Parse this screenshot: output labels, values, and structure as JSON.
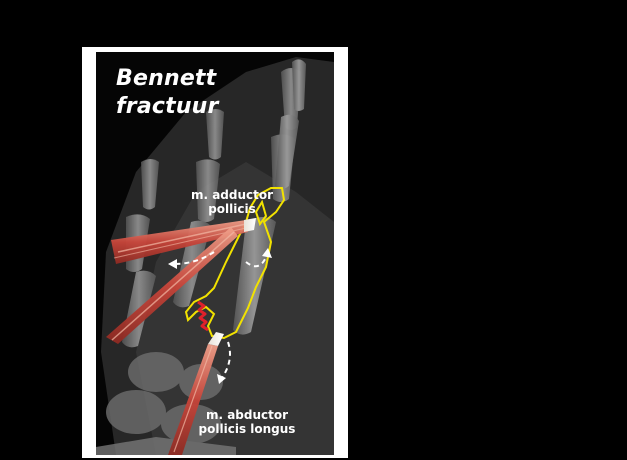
{
  "title": {
    "line1": "Bennett",
    "line2": "fractuur"
  },
  "labels": {
    "adductor_line1": "m. adductor",
    "adductor_line2": "pollicis",
    "abductor_line1": "m. abductor",
    "abductor_line2": "pollicis longus"
  },
  "colors": {
    "background": "#000000",
    "card": "#ffffff",
    "outline": "#f2e200",
    "fracture": "#e0212b",
    "muscle": "#d9604a",
    "arrow": "#ffffff"
  },
  "icons": [
    "dashed-curved-arrow"
  ]
}
